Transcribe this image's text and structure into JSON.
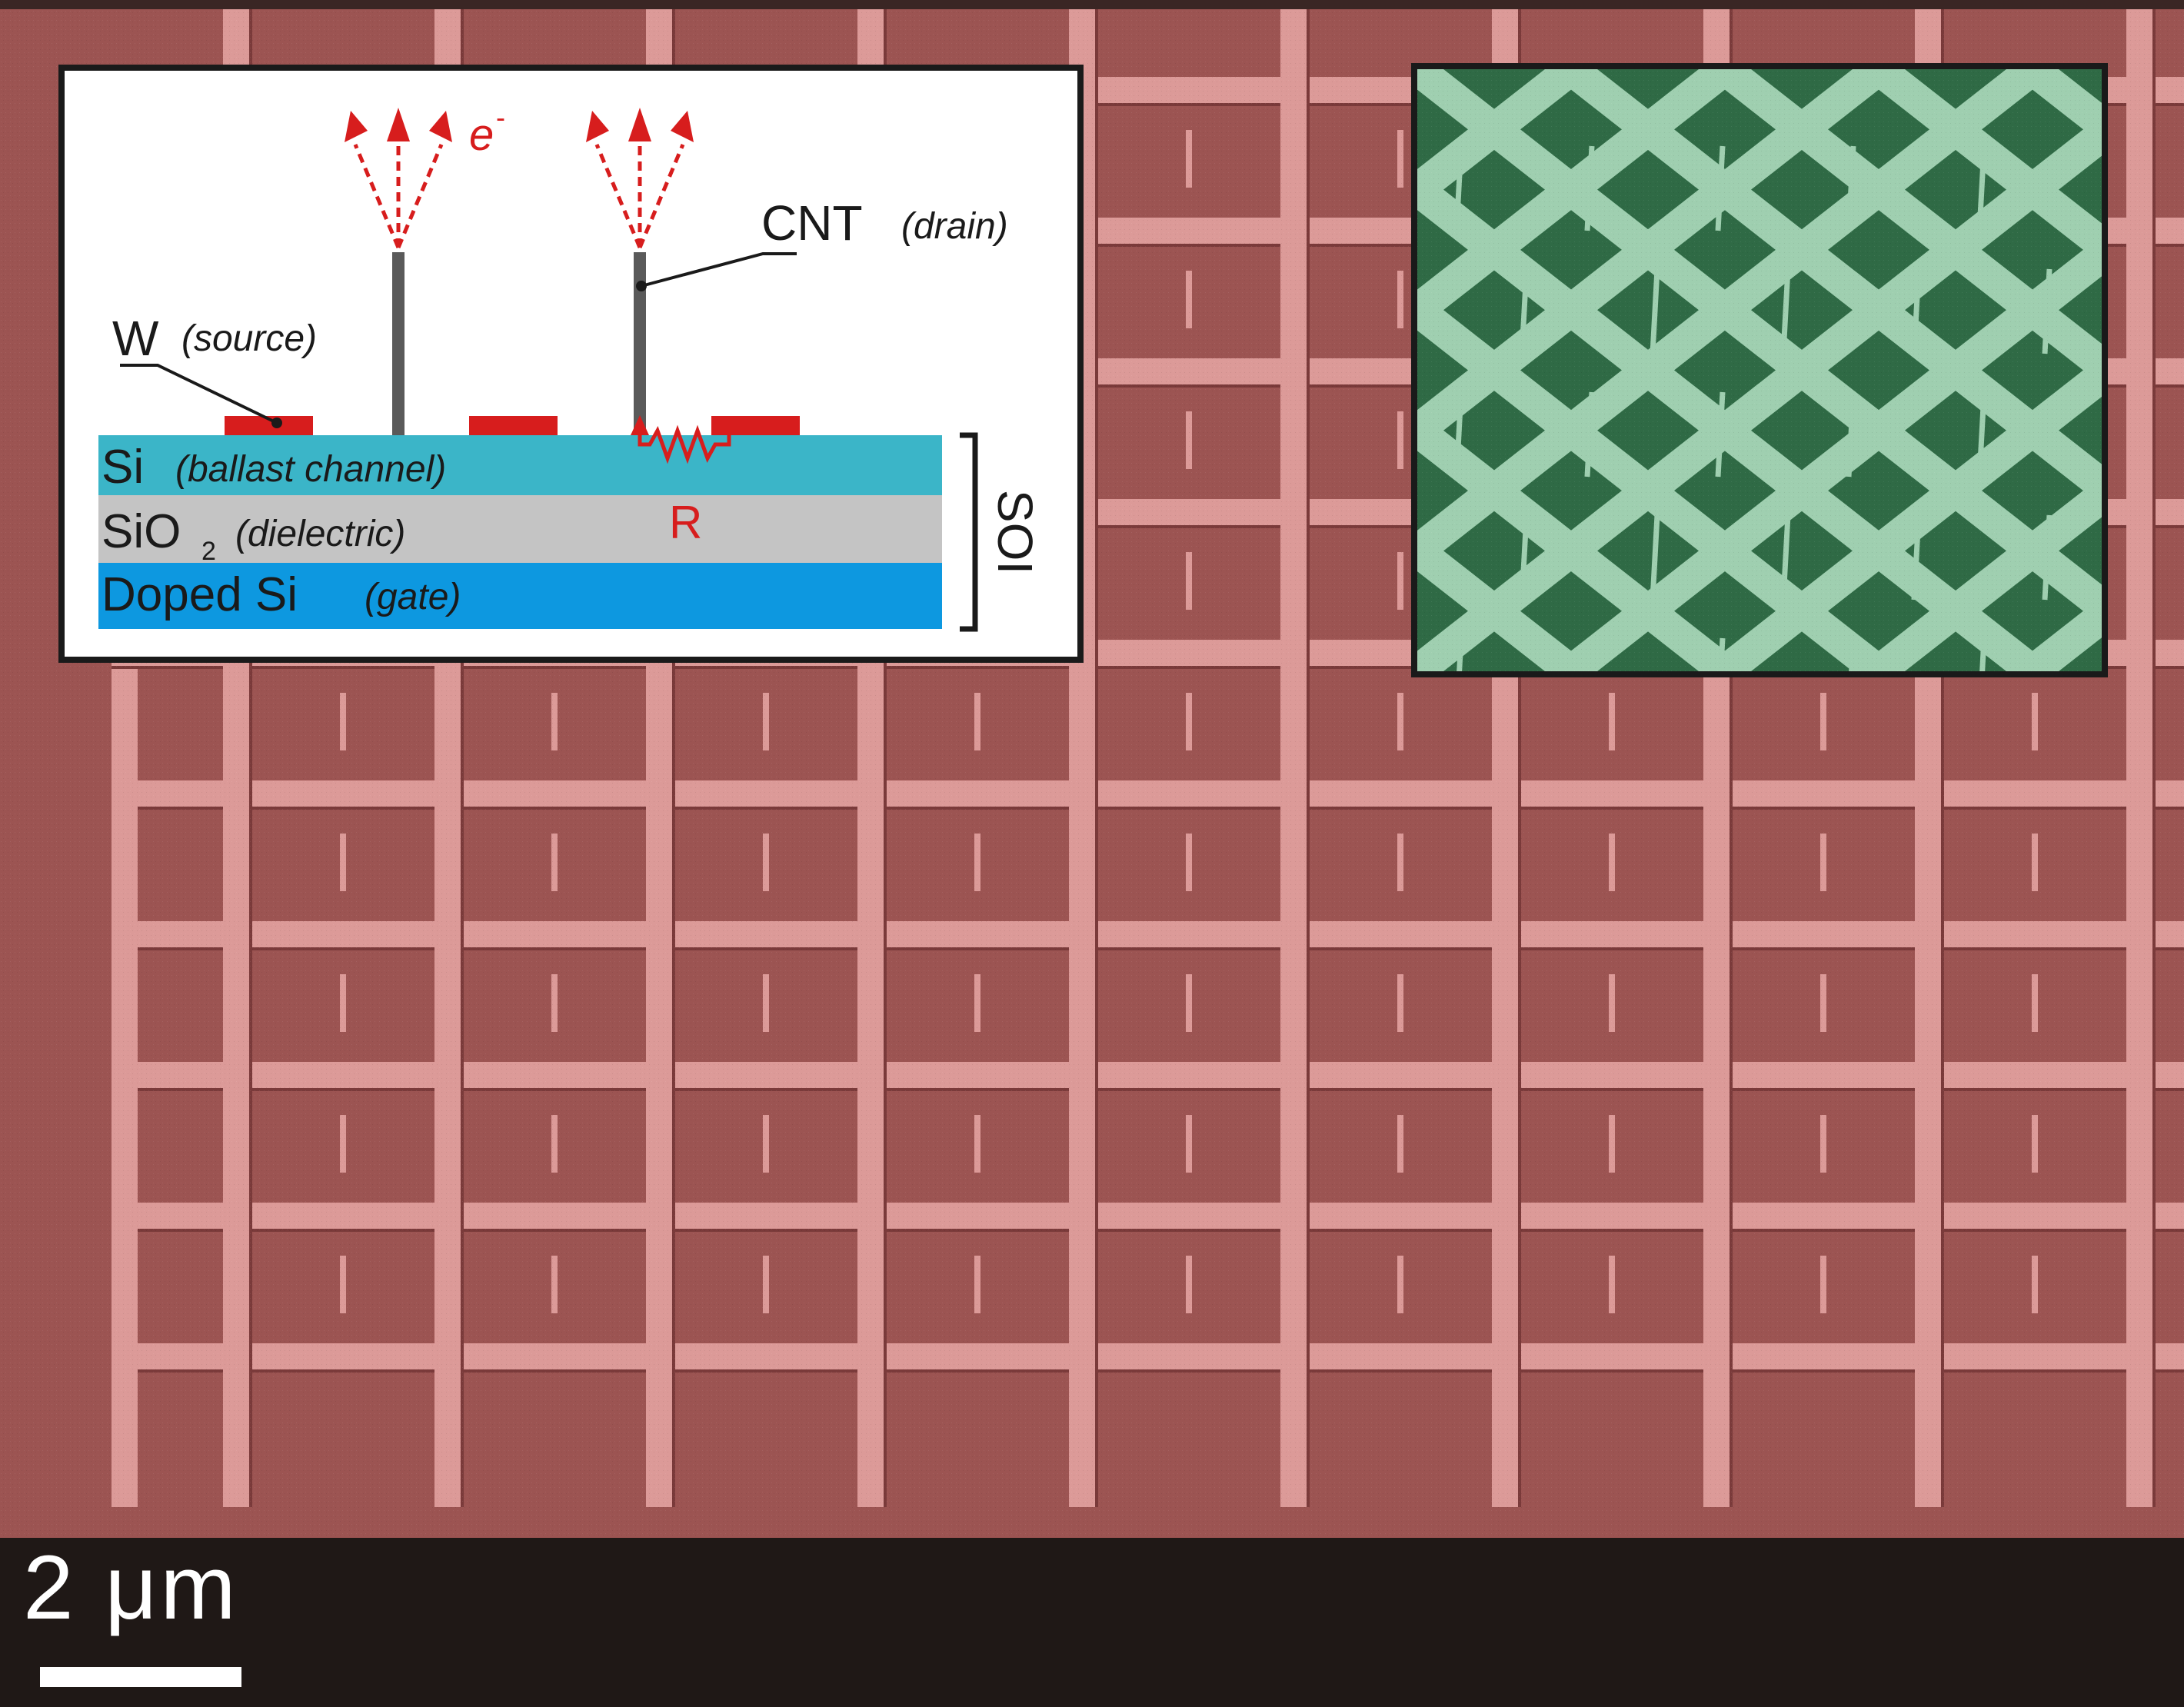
{
  "sem_image": {
    "colors": {
      "background": "#9c5452",
      "grid": "#dc9a98",
      "grid_shadow": "#7a3a3a",
      "frame": "#221a18",
      "inset_green_bg": "#2f6a45",
      "inset_green_grid": "#9fcfb0"
    }
  },
  "schematic": {
    "electron_label": "e",
    "electron_superscript": "-",
    "cnt_label": "CNT",
    "cnt_sublabel": "(drain)",
    "w_label": "W",
    "w_sublabel": "(source)",
    "layers": [
      {
        "name": "Si",
        "desc": "(ballast channel)",
        "color": "#3bb5c8"
      },
      {
        "name": "SiO",
        "subscript": "2",
        "desc": "(dielectric)",
        "color": "#c4c4c4"
      },
      {
        "name": "Doped Si",
        "desc": "(gate)",
        "color": "#0d98e0"
      }
    ],
    "resistor_label": "R",
    "bracket_label": "SOI",
    "accent_color": "#d71d1d"
  },
  "scalebar": {
    "label": "2 μm"
  }
}
